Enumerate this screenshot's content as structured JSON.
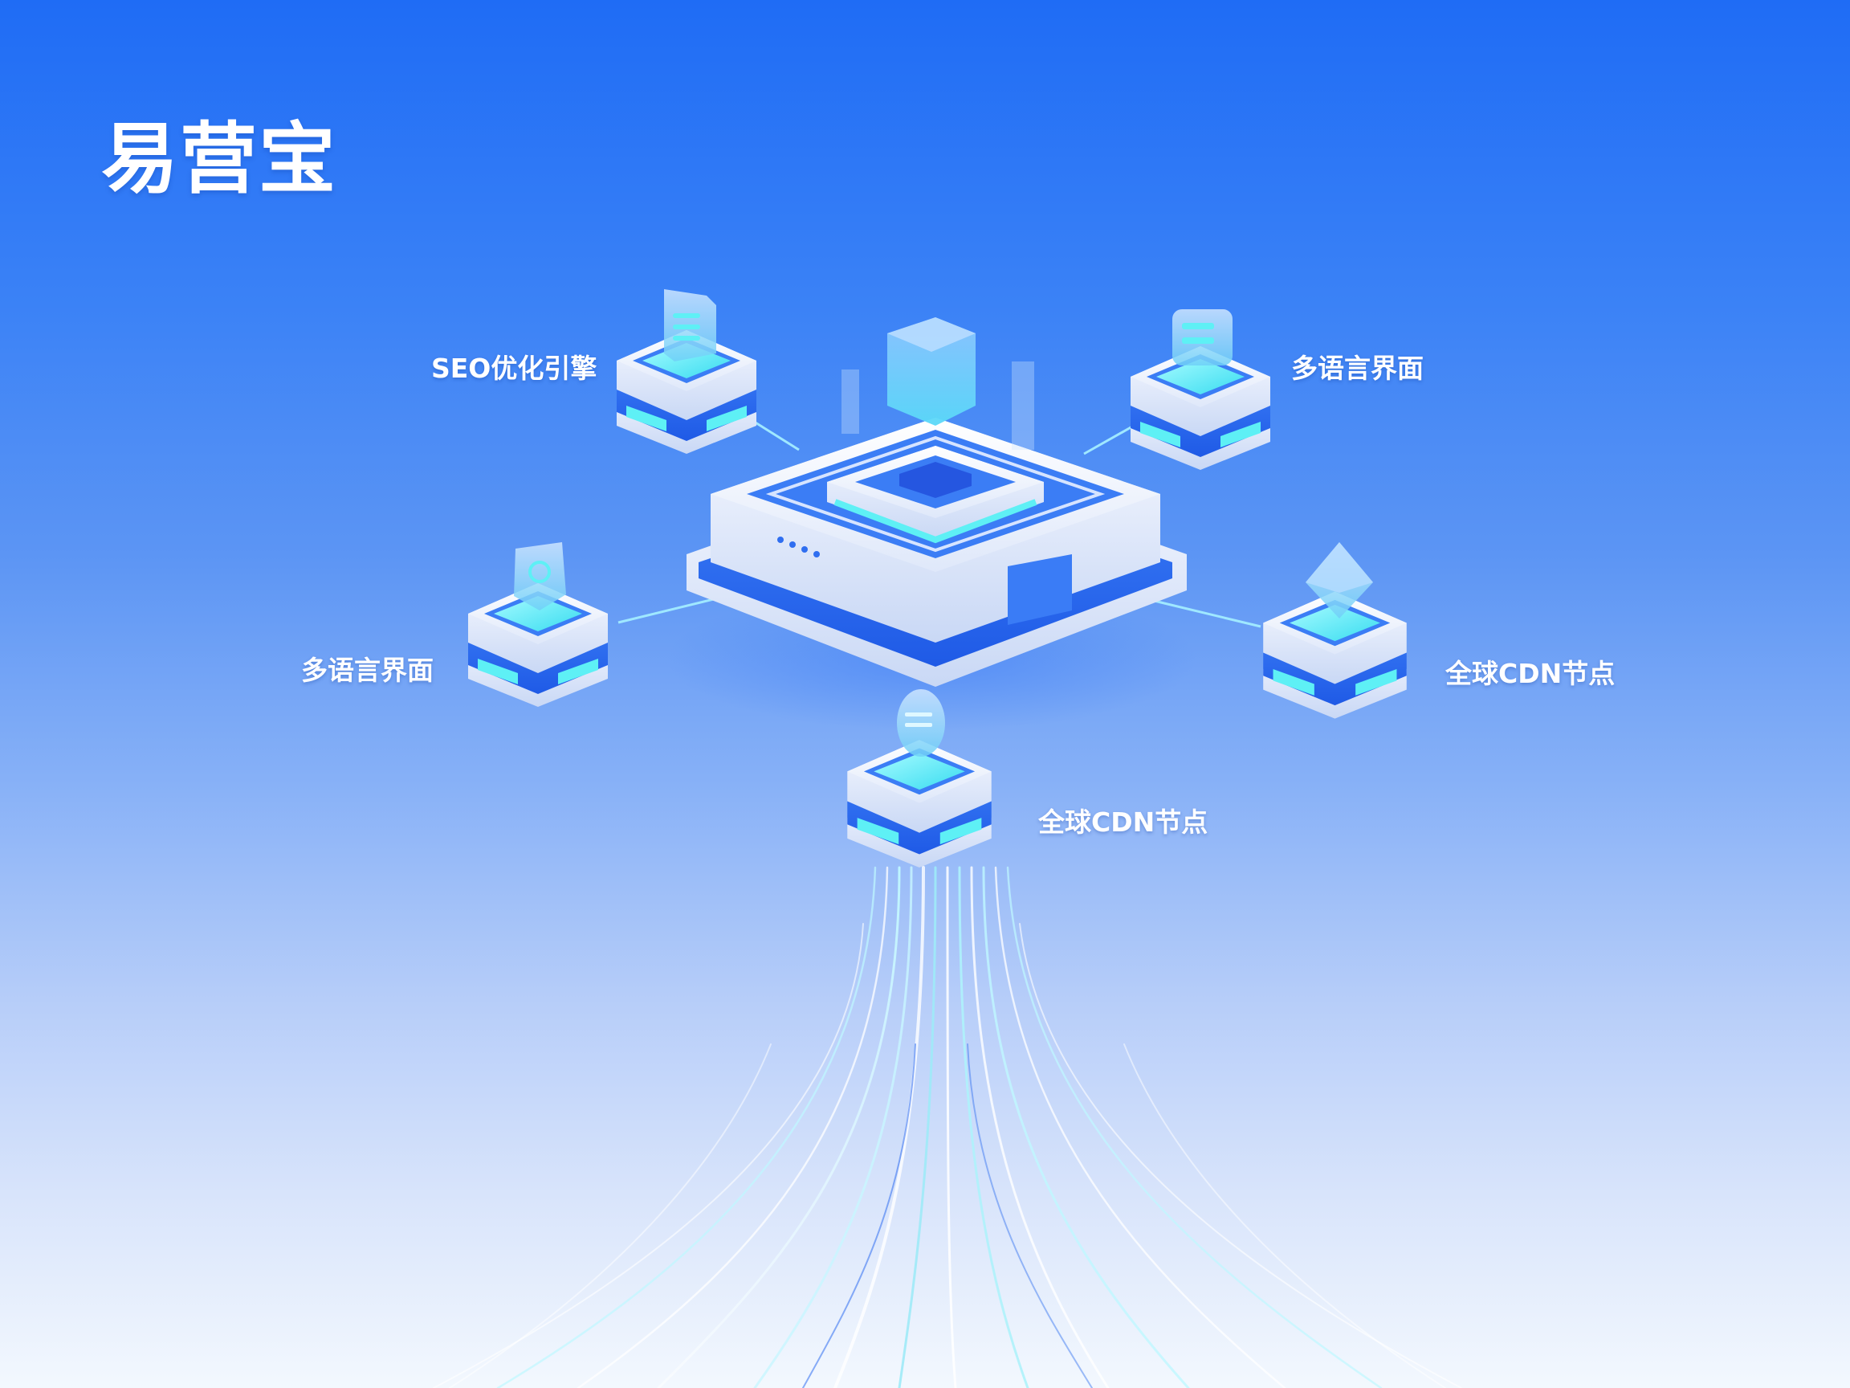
{
  "title": "易营宝",
  "colors": {
    "background_top": "#1f6cf5",
    "background_bottom": "#f3f8fe",
    "node_white": "#eef3fc",
    "node_band": "#2f6ef0",
    "node_glow": "#5ef0f5",
    "connector": "#9fe8ff",
    "label_text": "#ffffff"
  },
  "hub": {
    "name": "central-server",
    "top_icon": "cube-icon"
  },
  "nodes": [
    {
      "id": "node-1",
      "icon": "document-icon",
      "label": "SEO优化引擎",
      "position": "top-left"
    },
    {
      "id": "node-2",
      "icon": "chat-bubble-icon",
      "label": "多语言界面",
      "position": "top-right"
    },
    {
      "id": "node-3",
      "icon": "shield-icon",
      "label": "多语言界面",
      "position": "left"
    },
    {
      "id": "node-4",
      "icon": "diamond-icon",
      "label": "全球CDN节点",
      "position": "right"
    },
    {
      "id": "node-5",
      "icon": "coin-icon",
      "label": "全球CDN节点",
      "position": "bottom"
    }
  ]
}
